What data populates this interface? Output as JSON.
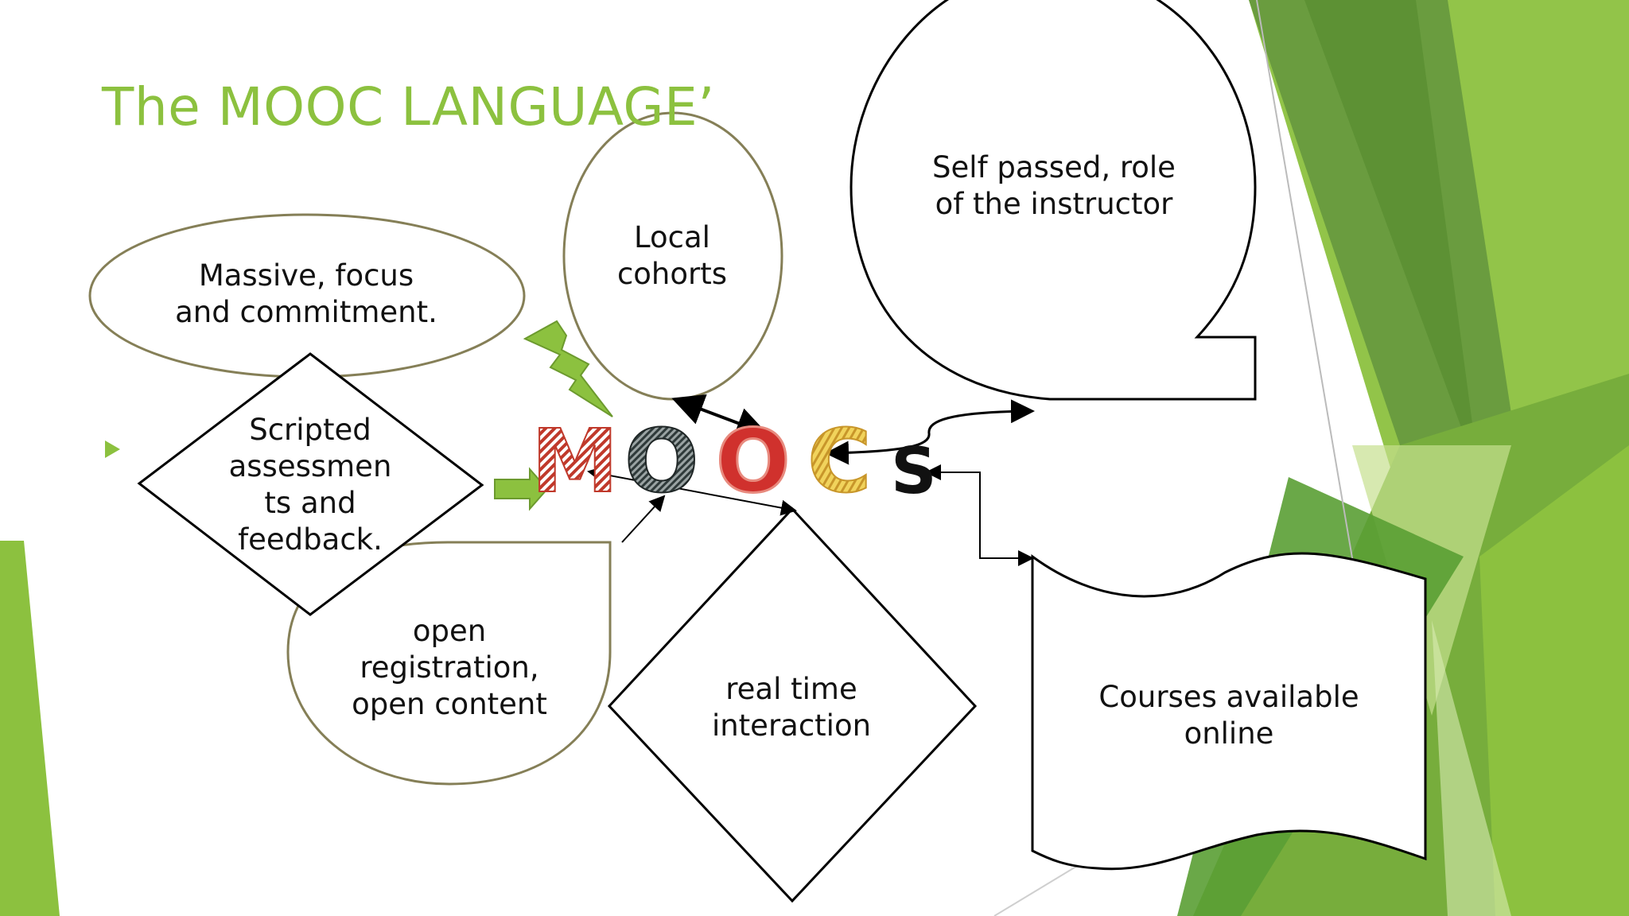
{
  "slide": {
    "title": "The MOOC LANGUAGE’",
    "center_word": [
      "M",
      "O",
      "O",
      "C",
      "S"
    ],
    "shapes": {
      "massive": "Massive, focus and commitment.",
      "local": "Local cohorts",
      "self_paced": "Self passed, role of the instructor",
      "scripted": "Scripted assessmen ts and feedback.",
      "open_reg": "open registration, open content",
      "realtime": "real time interaction",
      "courses": "Courses available online"
    }
  },
  "colors": {
    "accent_green": "#8cc13f",
    "dark_green": "#4f8a2a",
    "ellipse_outline": "#857f57",
    "letter_m": "#c0392b",
    "letter_o1": "#2f3a3a",
    "letter_o2": "#d0312d",
    "letter_c": "#d6a62a",
    "letter_s": "#111111"
  },
  "icons": [
    "bullet-arrow-icon",
    "lightning-bolt-icon",
    "block-arrow-icon"
  ]
}
